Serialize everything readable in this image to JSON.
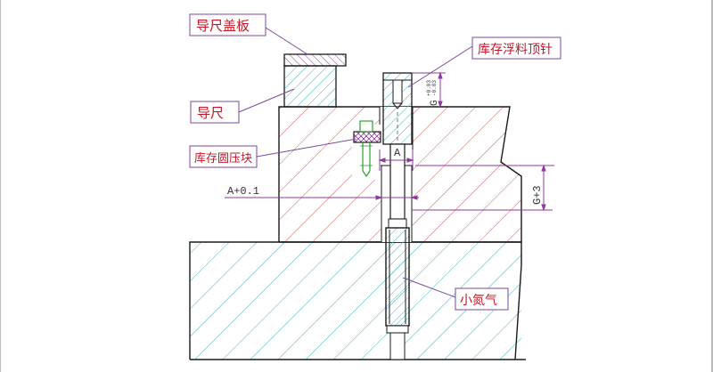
{
  "labels": {
    "guide_cover": "导尺盖板",
    "guide": "导尺",
    "ejector_pin": "库存浮料顶针",
    "press_block": "库存圆压块",
    "nitrogen": "小氮气"
  },
  "dimensions": {
    "a": "A",
    "a_plus": "A+0.1",
    "g_plus": "G+3",
    "g_tol": "G",
    "tol_upper": "+0.03",
    "tol_lower": "-0.03"
  },
  "colors": {
    "outline": "#1a1a1a",
    "callout": "#7a4a9e",
    "callout_text": "#c0182a",
    "hatch_cyan": "#3bb4c4",
    "hatch_red": "#d0605a",
    "hatch_purple": "#8f3a9e",
    "bolt": "#2ca02c"
  }
}
